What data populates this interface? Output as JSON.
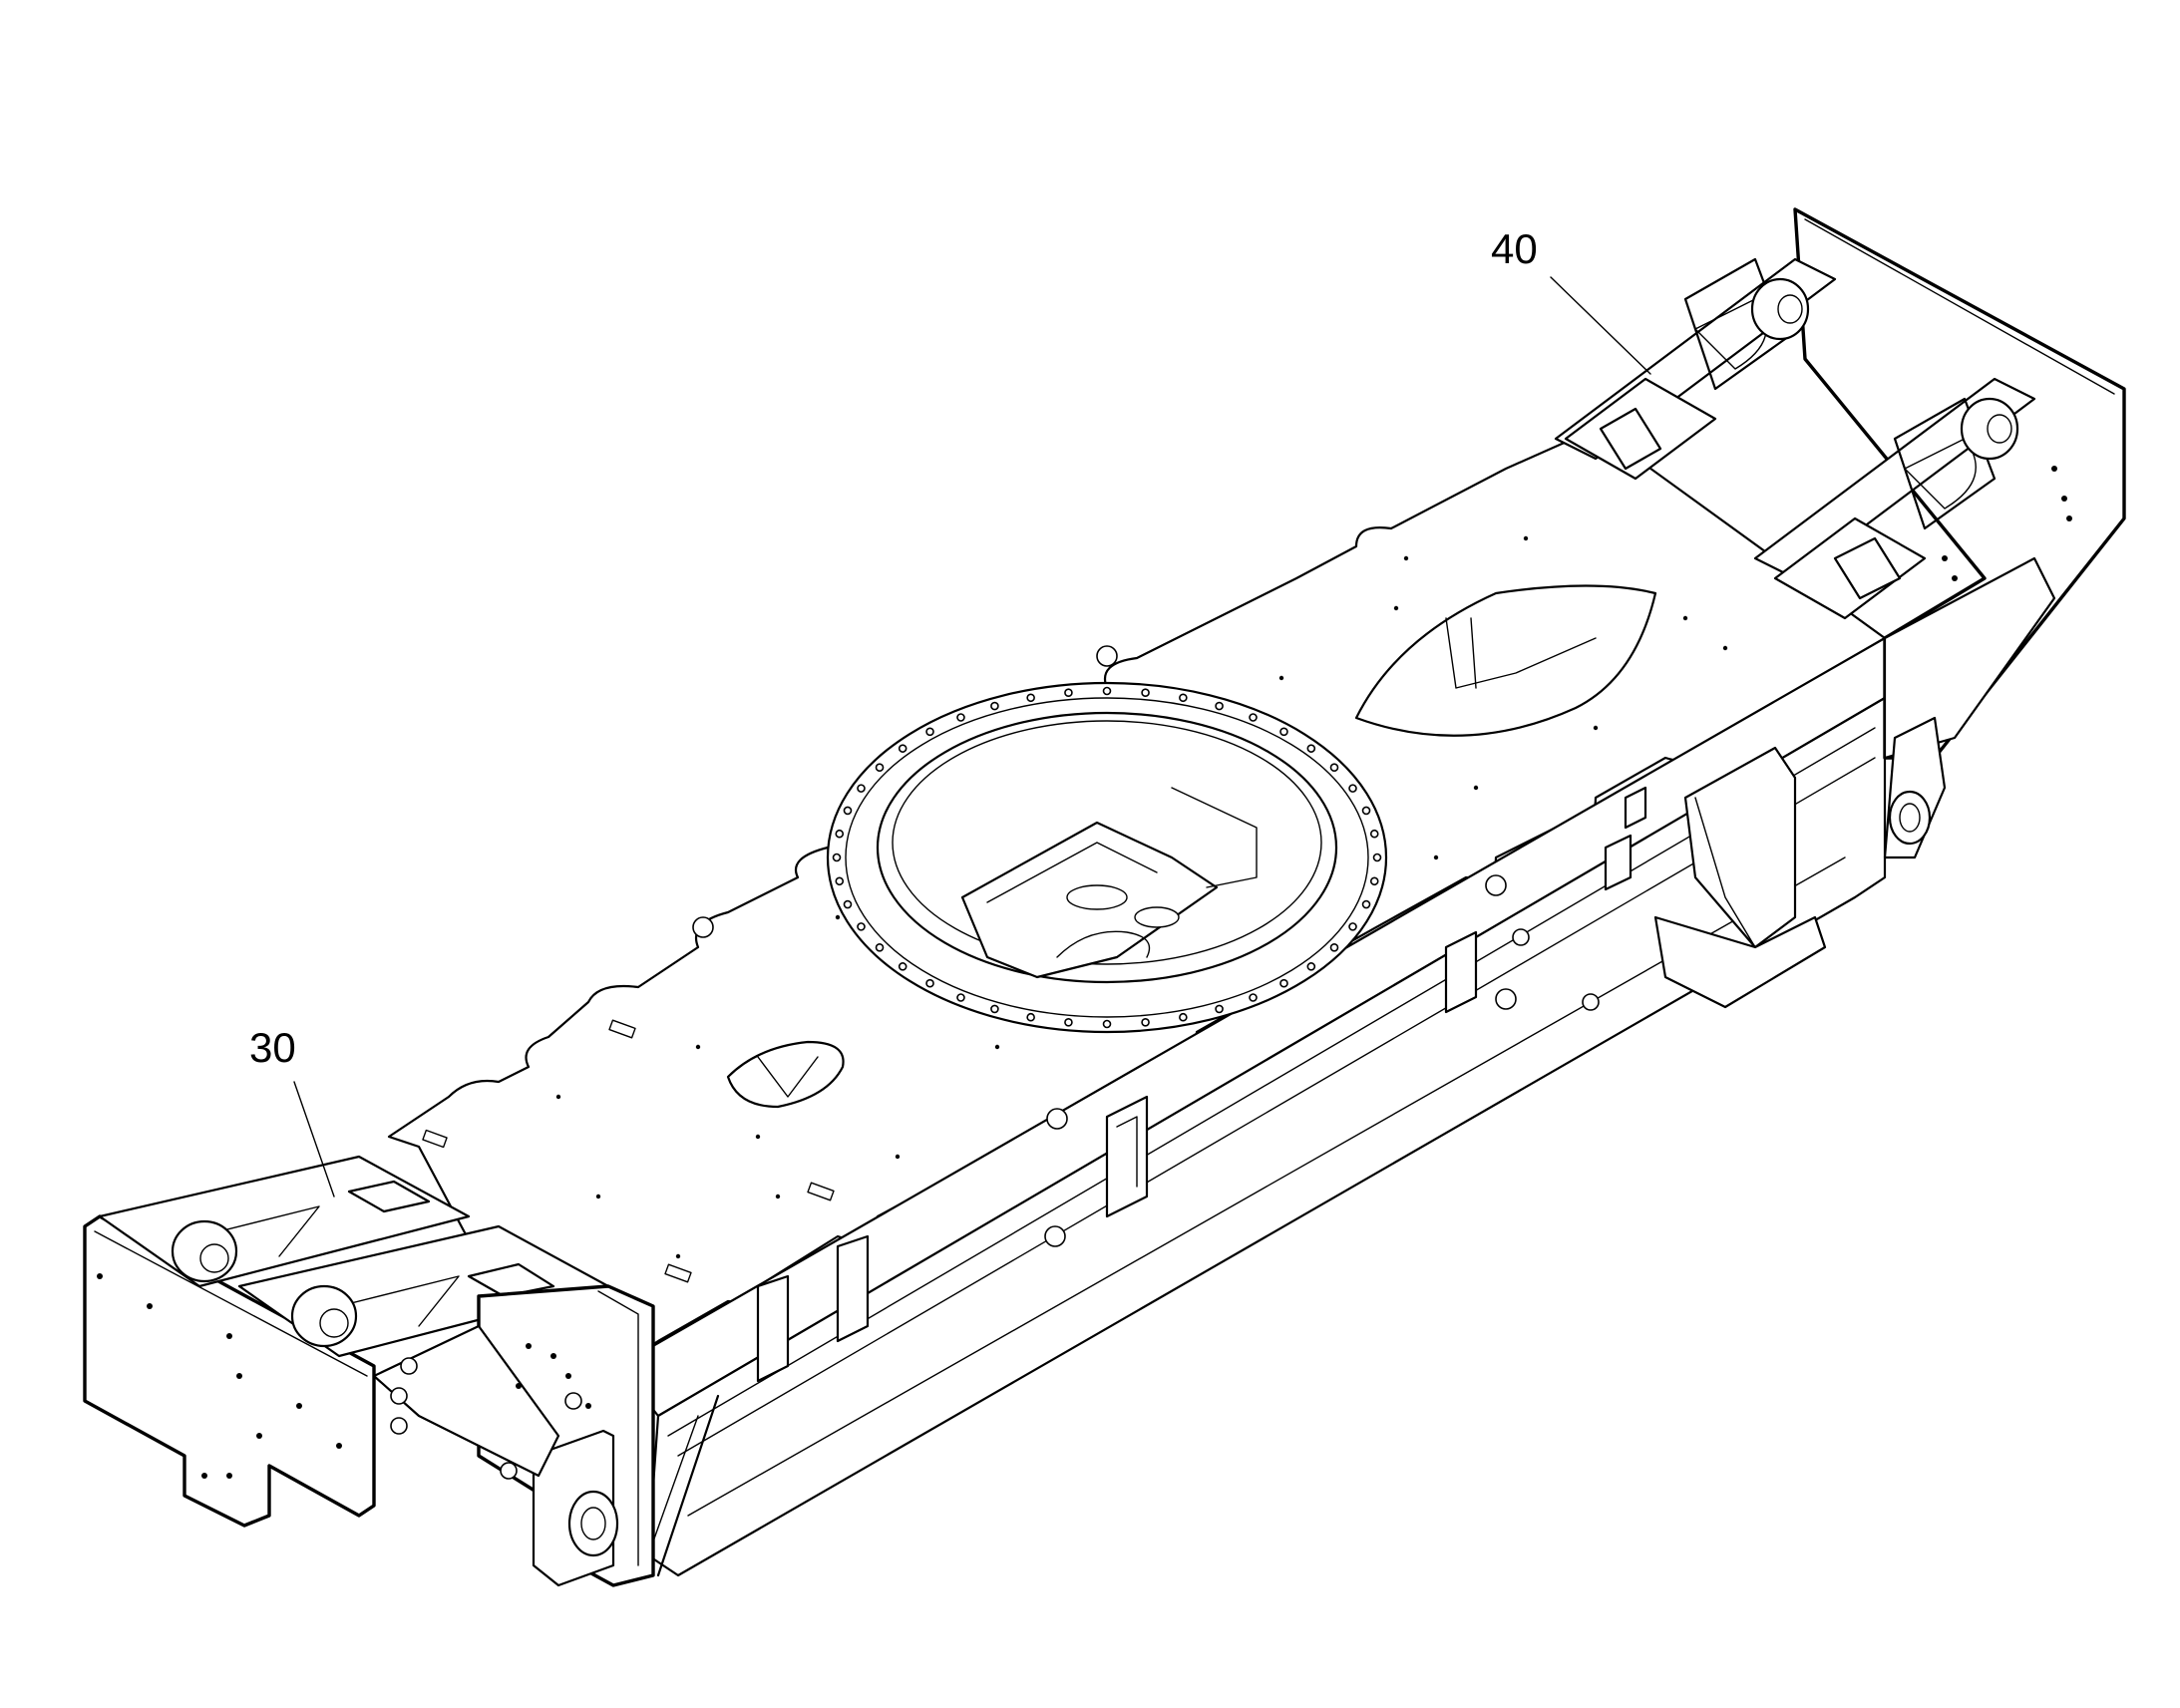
{
  "figure": {
    "callouts": [
      {
        "id": "40",
        "text": "40",
        "target": "rear-outrigger-box"
      },
      {
        "id": "30",
        "text": "30",
        "target": "front-outrigger-box"
      }
    ]
  }
}
